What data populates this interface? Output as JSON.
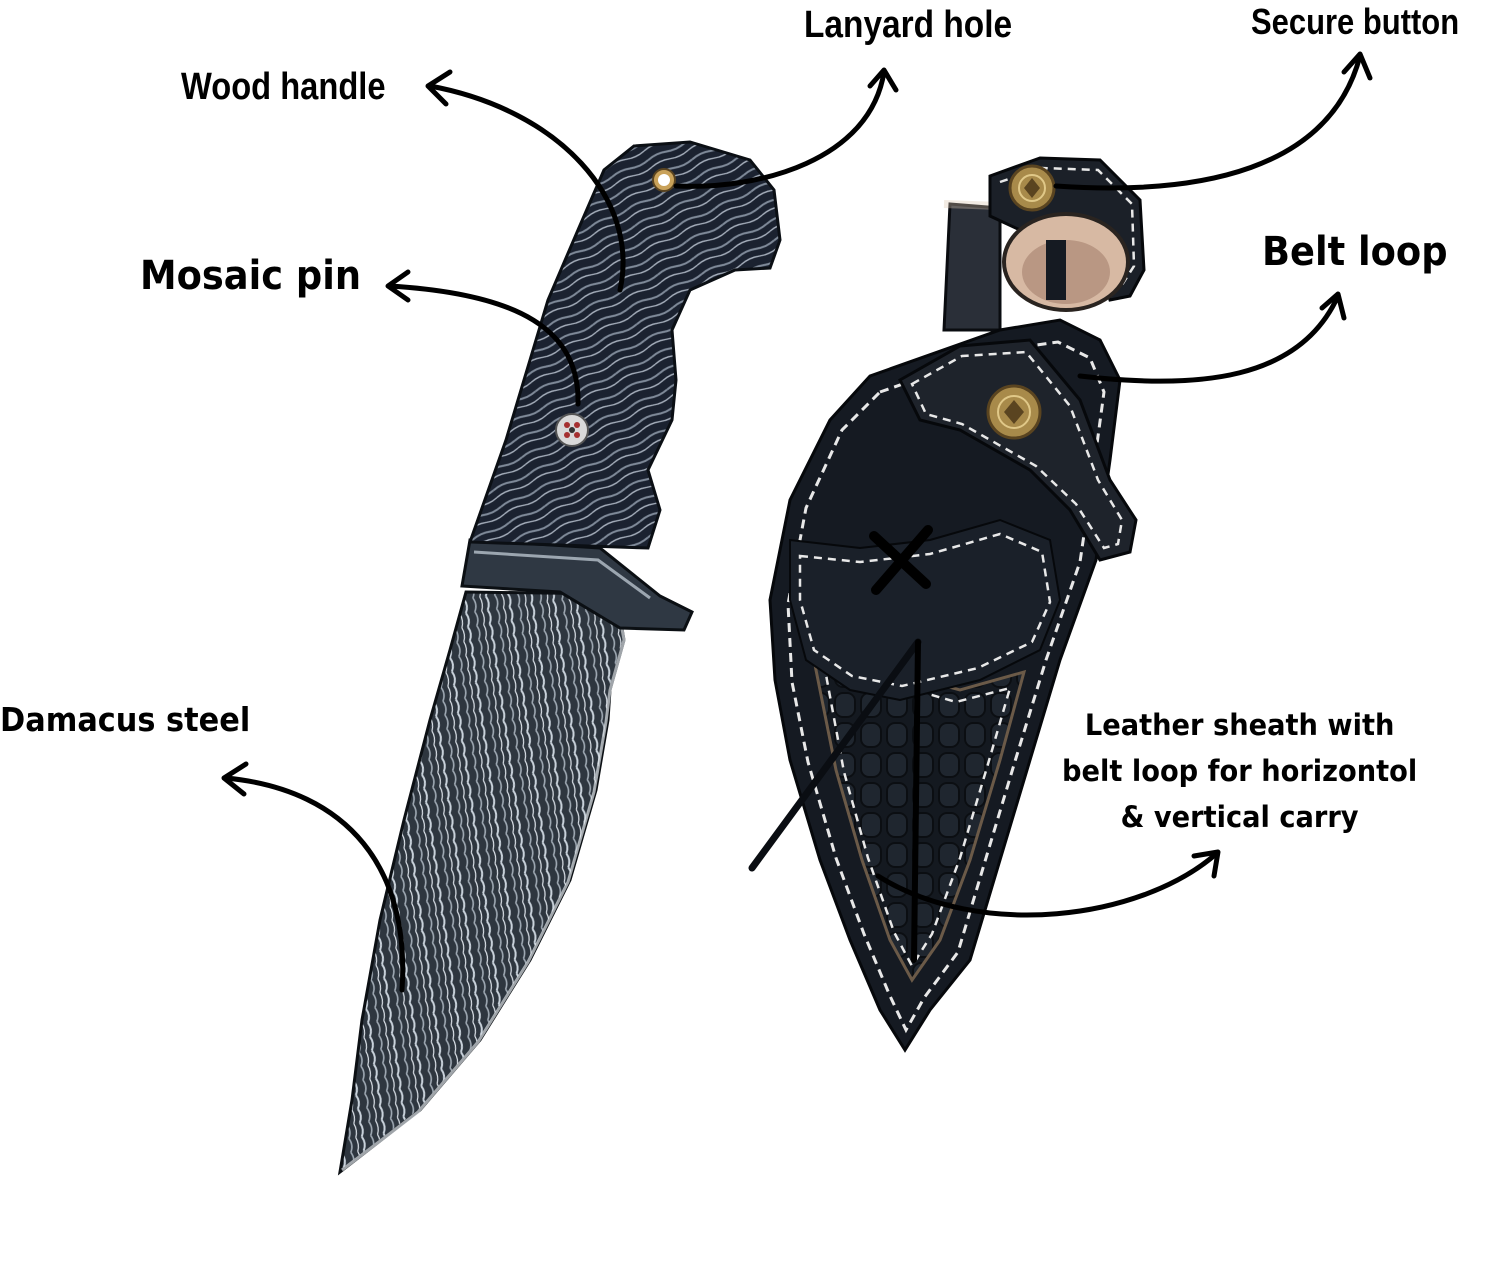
{
  "callouts": {
    "wood_handle": "Wood handle",
    "lanyard_hole": "Lanyard hole",
    "secure_button": "Secure button",
    "mosaic_pin": "Mosaic pin",
    "belt_loop": "Belt loop",
    "damascus_steel": "Damacus steel",
    "sheath": {
      "line1": "Leather sheath with",
      "line2": "belt loop for horizontol",
      "line3": "& vertical carry"
    }
  },
  "colors": {
    "background": "#ffffff",
    "handle_wood": "#1c2431",
    "blade_steel": "#3c4650",
    "leather": "#151a22",
    "stitching": "#e8e8e8",
    "brass": "#a88a4a",
    "arrow": "#000000"
  }
}
